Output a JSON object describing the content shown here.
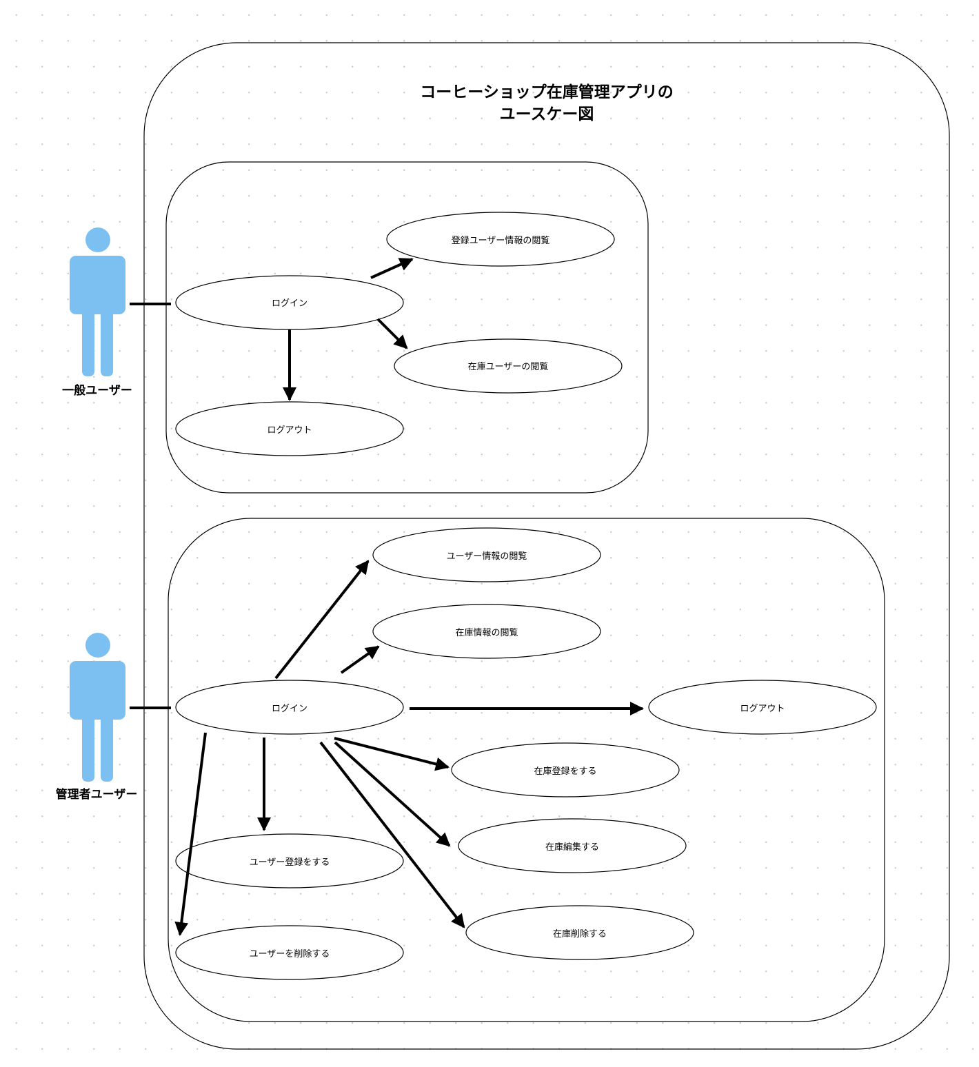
{
  "diagram": {
    "title_line1": "コーヒーショップ在庫管理アプリの",
    "title_line2": "ユースケー図",
    "colors": {
      "actor": "#7cc0f2",
      "line": "#000000",
      "background": "#ffffff",
      "grid_dot": "#cfcfcf"
    },
    "actors": {
      "general": {
        "label": "一般ユーザー",
        "icon": "person-icon"
      },
      "admin": {
        "label": "管理者ユーザー",
        "icon": "person-icon"
      }
    },
    "general_usecases": {
      "login": "ログイン",
      "view_registered_users": "登録ユーザー情報の閲覧",
      "view_inventory_users": "在庫ユーザーの閲覧",
      "logout": "ログアウト"
    },
    "admin_usecases": {
      "login": "ログイン",
      "view_user_info": "ユーザー情報の閲覧",
      "view_inventory_info": "在庫情報の閲覧",
      "logout": "ログアウト",
      "register_inventory": "在庫登録をする",
      "edit_inventory": "在庫編集する",
      "delete_inventory": "在庫削除する",
      "register_user": "ユーザー登録をする",
      "delete_user": "ユーザーを削除する"
    }
  }
}
